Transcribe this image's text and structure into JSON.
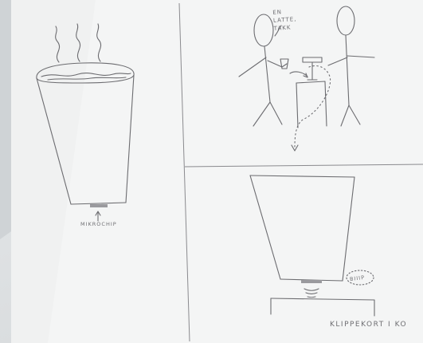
{
  "sketch": {
    "order_note": [
      "EN",
      "LATTE,",
      "TAKK"
    ],
    "chip_label": "MIKROCHIP",
    "beep_label": "BIIIP",
    "footer_label": "KLIPPEKORT I KO"
  }
}
